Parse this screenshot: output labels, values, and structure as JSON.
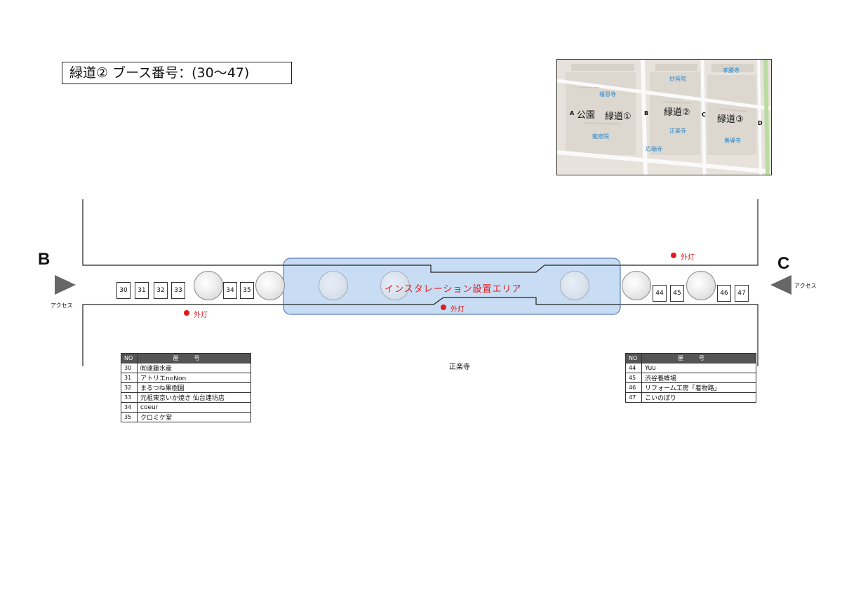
{
  "title": "緑道② ブース番号：(30〜47)",
  "inset_map": {
    "blocks": [
      "公園",
      "緑道①",
      "緑道②",
      "緑道③"
    ],
    "temples": [
      "報恩寺",
      "妙音院",
      "孝勝寺",
      "龍泉院",
      "正楽寺",
      "応瑞寺",
      "善導寺"
    ],
    "points": [
      "A",
      "B",
      "C",
      "D"
    ]
  },
  "plan": {
    "label_b": "B",
    "label_c": "C",
    "access_left": "アクセス",
    "access_right": "アクセス",
    "installation_label": "インスタレーション設置エリア",
    "lamp_label": "外灯",
    "temple_label": "正楽寺",
    "booths_left": [
      "30",
      "31",
      "32",
      "33",
      "34",
      "35"
    ],
    "booths_right": [
      "44",
      "45",
      "46",
      "47"
    ],
    "colors": {
      "installation_fill": "#c8dcf3",
      "installation_stroke": "#5a7fb8",
      "lamp": "#e21a1a"
    }
  },
  "table_left": {
    "headers": {
      "no": "NO",
      "name": "屋号"
    },
    "rows": [
      {
        "no": "30",
        "name": "㈲遠藤水産"
      },
      {
        "no": "31",
        "name": "アトリエnoNon"
      },
      {
        "no": "32",
        "name": "まるつね果樹園"
      },
      {
        "no": "33",
        "name": "元祖東京いか焼き 仙台連坊店"
      },
      {
        "no": "34",
        "name": "coeur"
      },
      {
        "no": "35",
        "name": "クロミケ堂"
      }
    ]
  },
  "table_right": {
    "headers": {
      "no": "NO",
      "name": "屋号"
    },
    "rows": [
      {
        "no": "44",
        "name": "Yuu"
      },
      {
        "no": "45",
        "name": "渋谷養蜂場"
      },
      {
        "no": "46",
        "name": "リフォーム工房「着物路」"
      },
      {
        "no": "47",
        "name": "こいのぼり"
      }
    ]
  }
}
